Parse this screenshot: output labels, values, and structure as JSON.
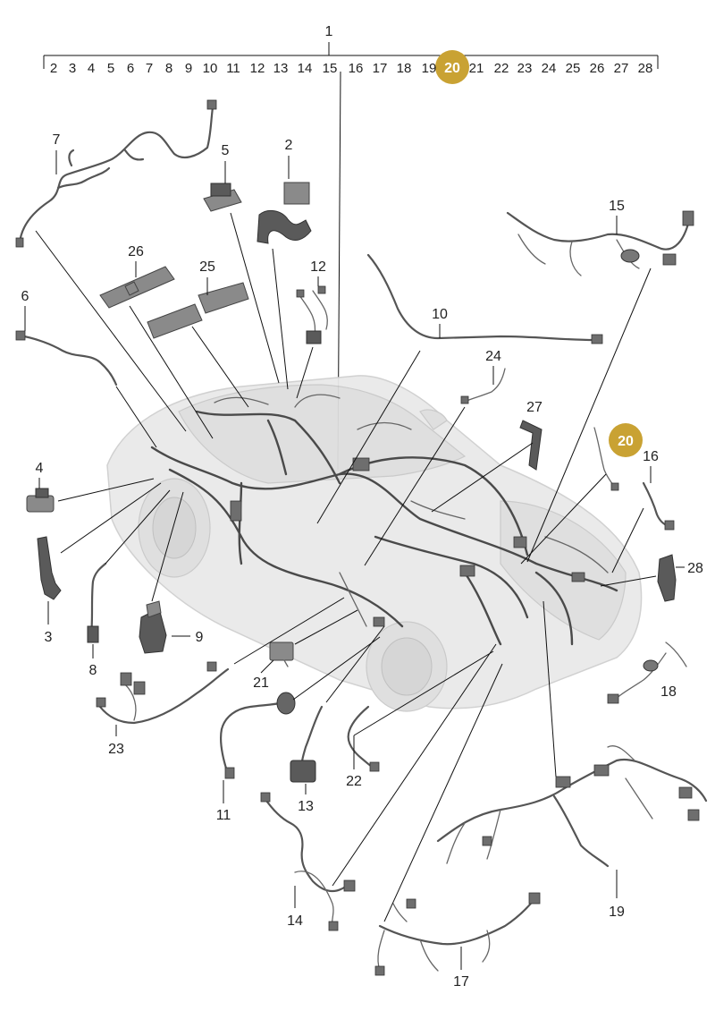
{
  "header": {
    "main_number": "1",
    "scale_numbers": [
      "2",
      "3",
      "4",
      "5",
      "6",
      "7",
      "8",
      "9",
      "10",
      "11",
      "12",
      "13",
      "14",
      "15",
      "16",
      "17",
      "18",
      "19",
      "20",
      "21",
      "22",
      "23",
      "24",
      "25",
      "26",
      "27",
      "28"
    ],
    "highlighted_number": "20"
  },
  "callouts": {
    "c2": "2",
    "c3": "3",
    "c4": "4",
    "c5": "5",
    "c6": "6",
    "c7": "7",
    "c8": "8",
    "c9": "9",
    "c10": "10",
    "c11": "11",
    "c12": "12",
    "c13": "13",
    "c14": "14",
    "c15": "15",
    "c16": "16",
    "c17": "17",
    "c18": "18",
    "c19": "19",
    "c20": "20",
    "c21": "21",
    "c22": "22",
    "c23": "23",
    "c24": "24",
    "c25": "25",
    "c26": "26",
    "c27": "27",
    "c28": "28"
  },
  "colors": {
    "highlight": "#c9a233",
    "background": "#ffffff",
    "line": "#111111"
  }
}
